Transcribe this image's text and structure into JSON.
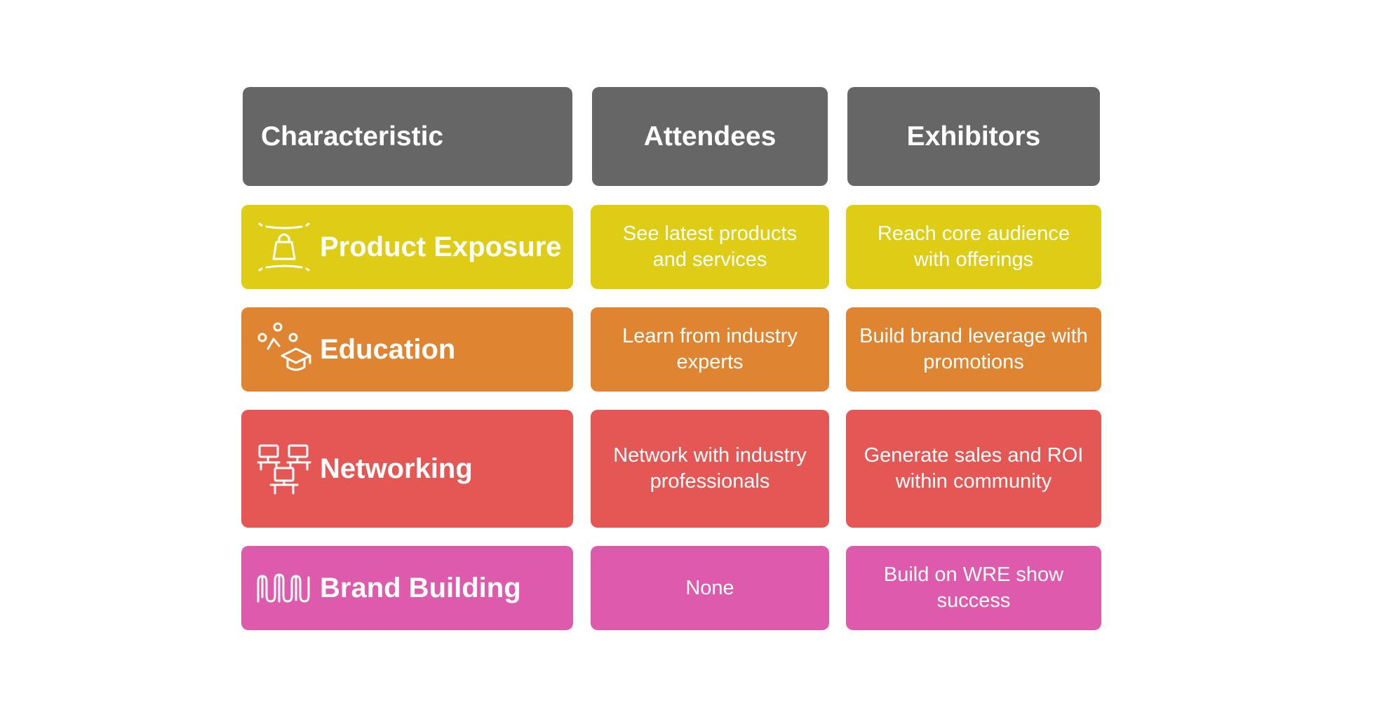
{
  "colors": {
    "header": "#666666",
    "product_exposure": "#DFCC15",
    "education": "#DF8431",
    "networking": "#E55754",
    "brand_building": "#DE5AAD"
  },
  "header": {
    "characteristic": "Characteristic",
    "attendees": "Attendees",
    "exhibitors": "Exhibitors"
  },
  "rows": [
    {
      "label": "Product Exposure",
      "icon": "shopping-bag-icon",
      "attendees": "See latest products and services",
      "exhibitors": "Reach core audience with offerings"
    },
    {
      "label": "Education",
      "icon": "graduation-cap-icon",
      "attendees": "Learn from industry experts",
      "exhibitors": "Build brand leverage with promotions"
    },
    {
      "label": "Networking",
      "icon": "network-computers-icon",
      "attendees": "Network with industry professionals",
      "exhibitors": "Generate sales and ROI within community"
    },
    {
      "label": "Brand Building",
      "icon": "wave-signal-icon",
      "attendees": "None",
      "exhibitors": "Build on WRE show success"
    }
  ]
}
